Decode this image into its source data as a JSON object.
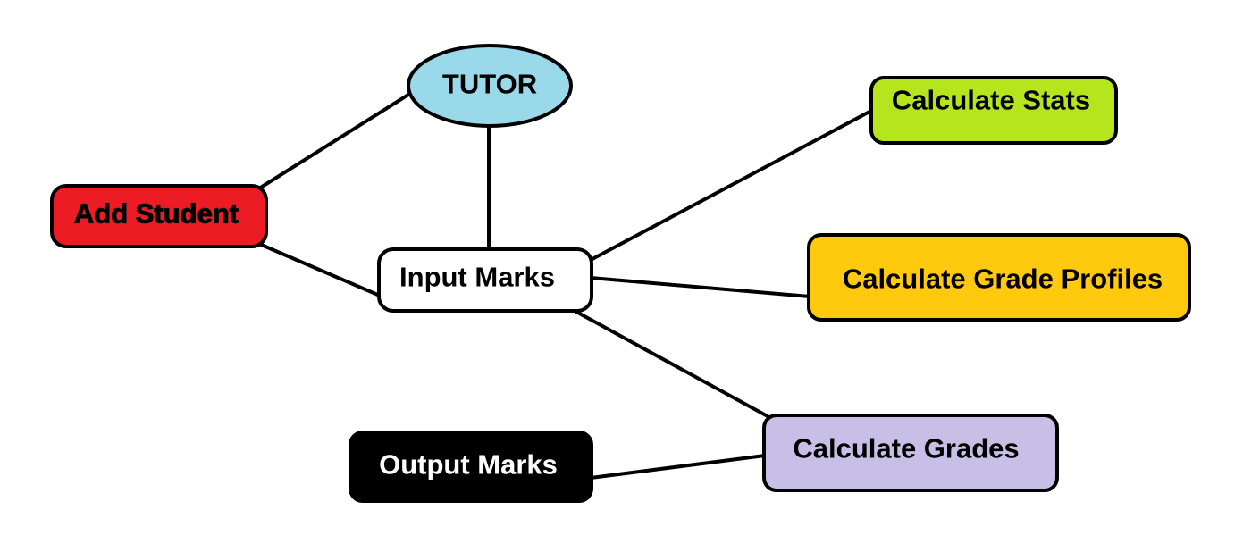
{
  "nodes": {
    "tutor": {
      "label": "TUTOR",
      "fill": "#99d9ea",
      "text_color": "#000000"
    },
    "add_student": {
      "label": "Add Student",
      "fill": "#ed1c24",
      "text_color": "#000000"
    },
    "input_marks": {
      "label": "Input Marks",
      "fill": "#ffffff",
      "text_color": "#000000"
    },
    "calculate_stats": {
      "label": "Calculate Stats",
      "fill": "#b5e61d",
      "text_color": "#000000"
    },
    "calculate_grade_profiles": {
      "label": "Calculate Grade Profiles",
      "fill": "#ffc90e",
      "text_color": "#000000"
    },
    "calculate_grades": {
      "label": "Calculate Grades",
      "fill": "#c8bfe7",
      "text_color": "#000000"
    },
    "output_marks": {
      "label": "Output Marks",
      "fill": "#000000",
      "text_color": "#ffffff"
    }
  },
  "edges": [
    {
      "from": "add_student",
      "to": "tutor"
    },
    {
      "from": "add_student",
      "to": "input_marks"
    },
    {
      "from": "tutor",
      "to": "input_marks"
    },
    {
      "from": "input_marks",
      "to": "calculate_stats"
    },
    {
      "from": "input_marks",
      "to": "calculate_grade_profiles"
    },
    {
      "from": "input_marks",
      "to": "calculate_grades"
    },
    {
      "from": "output_marks",
      "to": "calculate_grades"
    }
  ]
}
